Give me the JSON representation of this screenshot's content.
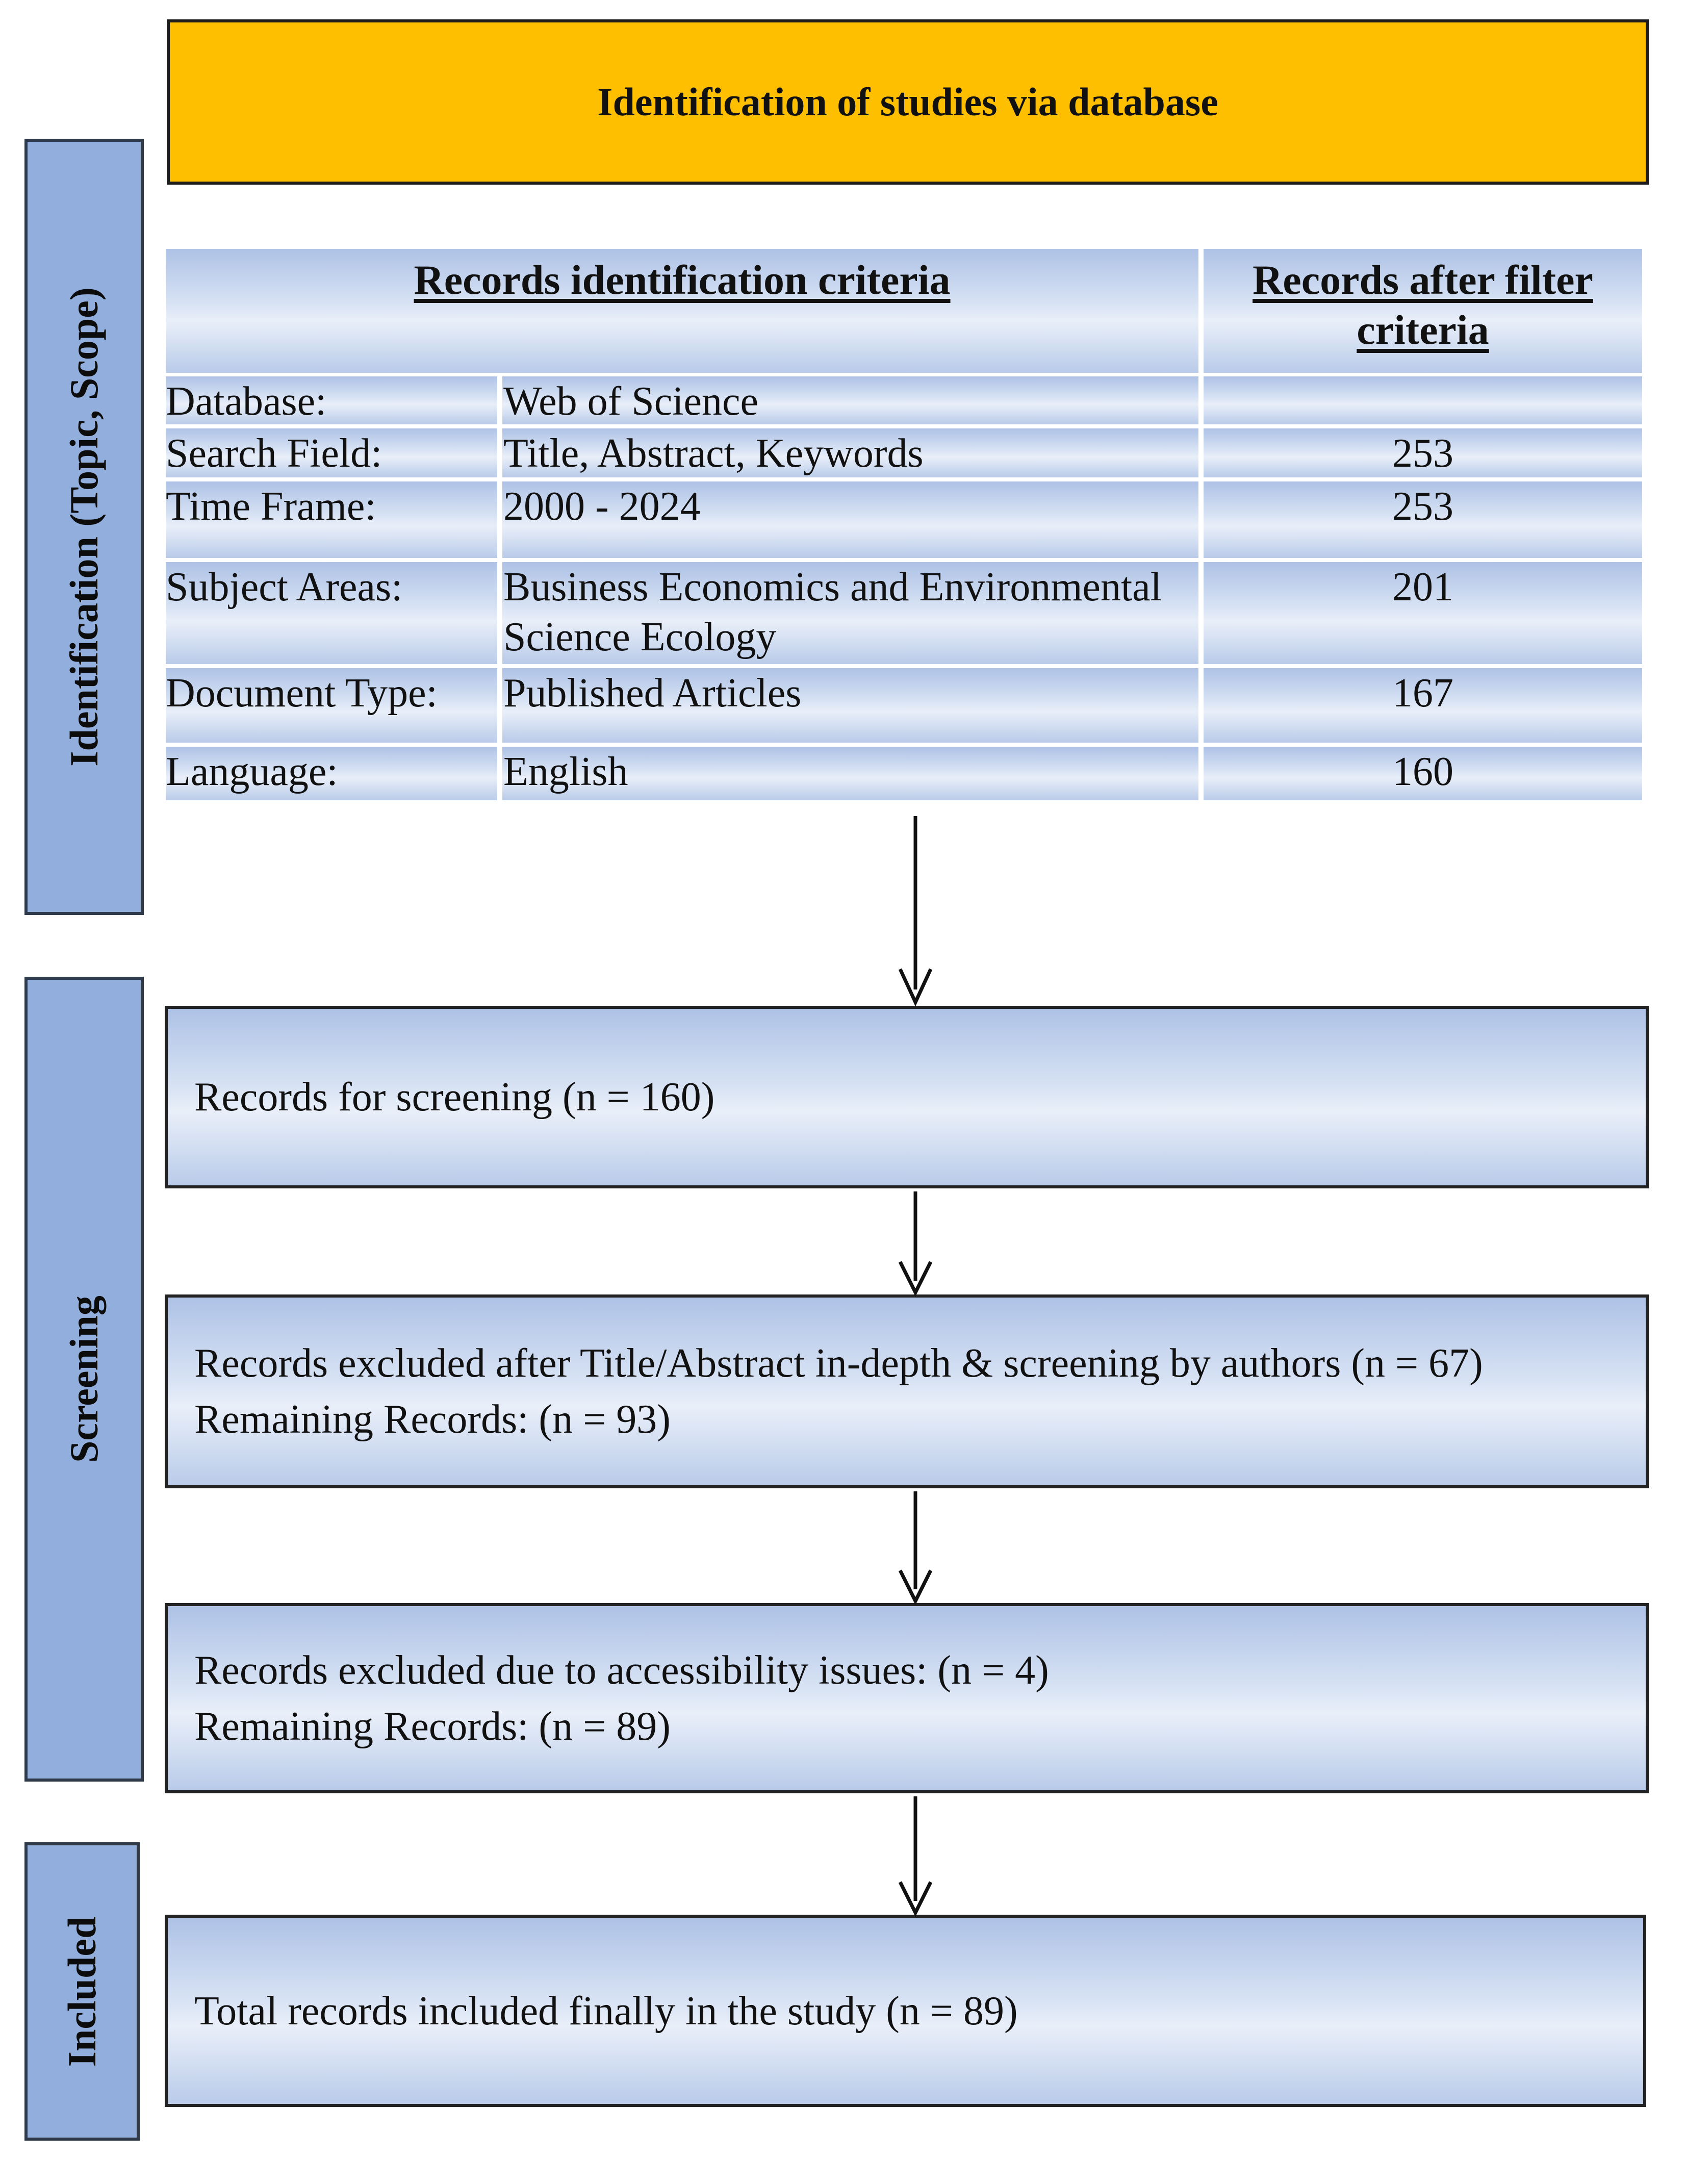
{
  "header": {
    "title": "Identification of studies via database"
  },
  "phases": {
    "identification": "Identification (Topic, Scope)",
    "screening": "Screening",
    "included": "Included"
  },
  "criteria_table": {
    "headers": {
      "criteria": "Records identification criteria",
      "after_filter": "Records after filter criteria"
    },
    "rows": [
      {
        "label": "Database:",
        "value": "Web of Science",
        "count": ""
      },
      {
        "label": "Search Field:",
        "value": "Title, Abstract, Keywords",
        "count": "253"
      },
      {
        "label": "Time Frame:",
        "value": "2000 - 2024",
        "count": "253"
      },
      {
        "label": "Subject Areas:",
        "value": "Business Economics and Environmental",
        "value_line2": "Science Ecology",
        "count": "201"
      },
      {
        "label": "Document Type:",
        "value": "Published Articles",
        "count": "167"
      },
      {
        "label": "Language:",
        "value": "English",
        "count": "160"
      }
    ]
  },
  "flow": {
    "screening_records": "Records for screening (n = 160)",
    "excluded_title_abstract": "Records excluded after Title/Abstract in-depth & screening by authors  (n = 67)",
    "remaining_1": "Remaining Records: (n = 93)",
    "excluded_accessibility": "Records excluded due to accessibility issues: (n = 4)",
    "remaining_2": "Remaining Records: (n = 89)",
    "total_included": "Total records included finally in the study (n = 89)"
  }
}
